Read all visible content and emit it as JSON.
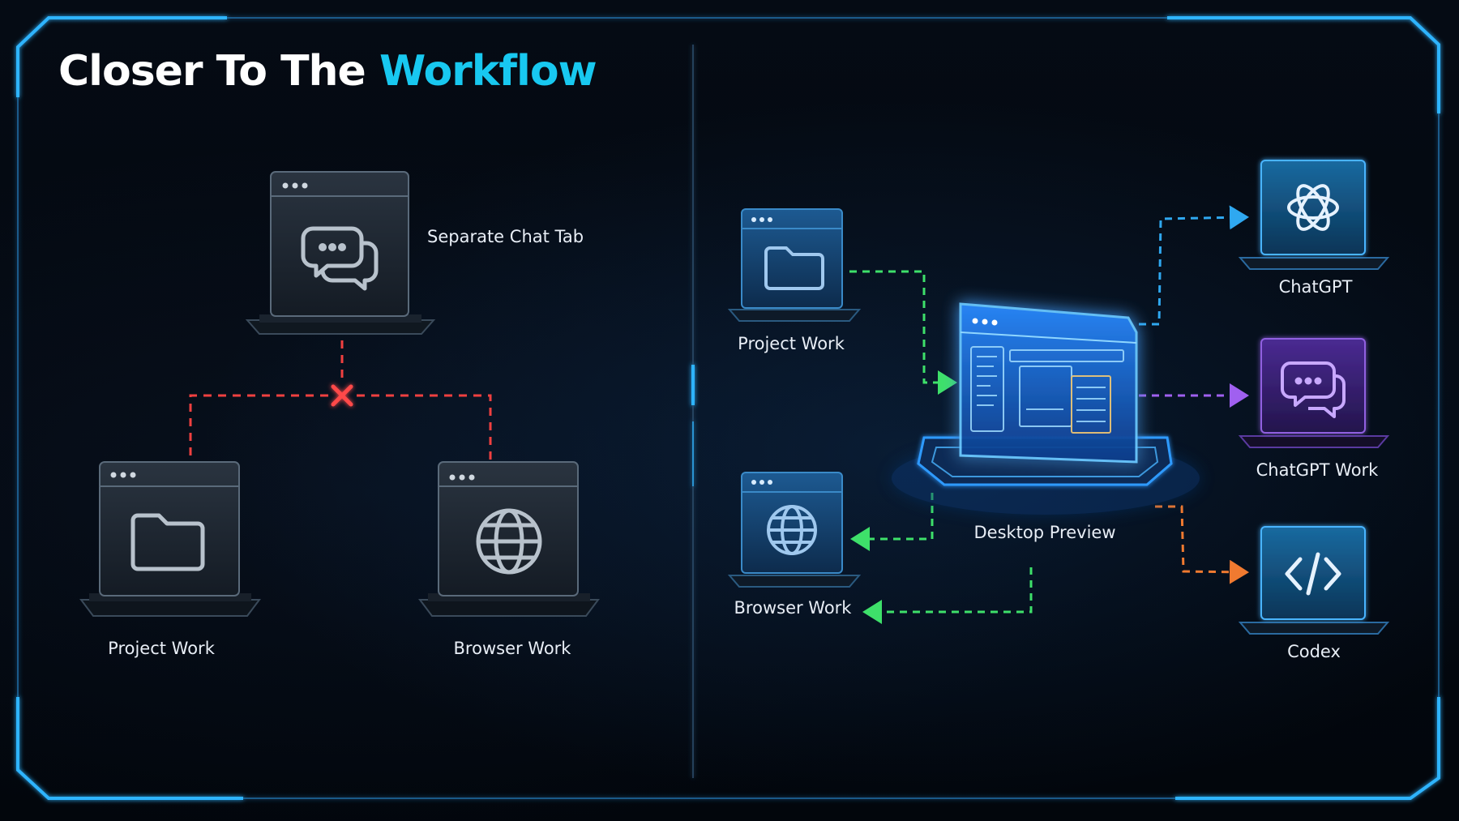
{
  "title": {
    "prefix": "Closer To The",
    "accent": "Workflow"
  },
  "left_panel": {
    "chat_tab": {
      "label": "Separate Chat Tab",
      "icon": "chat-bubbles-icon"
    },
    "project": {
      "label": "Project Work",
      "icon": "folder-icon"
    },
    "browser": {
      "label": "Browser Work",
      "icon": "globe-icon"
    },
    "disconnect_icon": "x-mark-icon"
  },
  "right_panel": {
    "project": {
      "label": "Project Work",
      "icon": "folder-icon"
    },
    "browser": {
      "label": "Browser Work",
      "icon": "globe-icon"
    },
    "desktop": {
      "label": "Desktop Preview",
      "icon": "desktop-window-icon"
    },
    "chatgpt": {
      "label": "ChatGPT",
      "icon": "openai-logo-icon"
    },
    "chatgpt_work": {
      "label": "ChatGPT Work",
      "icon": "chat-bubbles-icon"
    },
    "codex": {
      "label": "Codex",
      "icon": "code-brackets-icon"
    }
  },
  "colors": {
    "accent": "#18c8f0",
    "disconnect": "#f04040",
    "connect_green": "#3ee06a",
    "chatgpt_blue": "#2fa8f0",
    "chatgpt_work_purple": "#a060f0",
    "codex_orange": "#f07a30"
  }
}
